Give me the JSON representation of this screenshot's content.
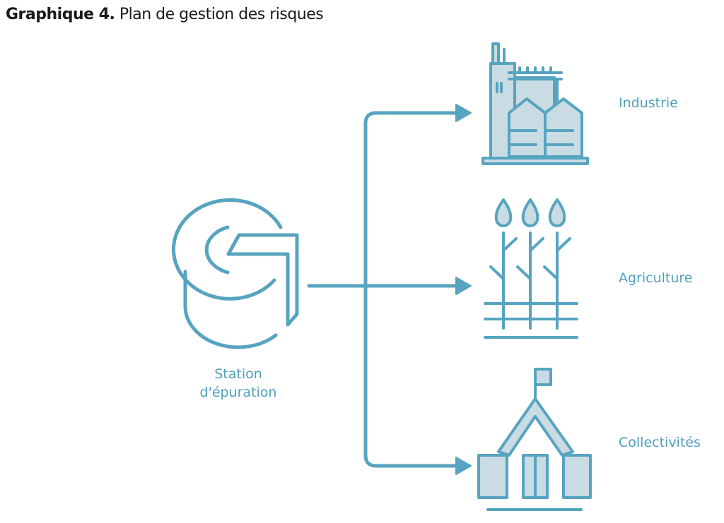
{
  "title": {
    "bold": "Graphique 4.",
    "rest": " Plan de gestion des risques"
  },
  "source": {
    "label_line1": "Station",
    "label_line2": "d'épuration",
    "icon": "treatment-plant-icon"
  },
  "targets": [
    {
      "label": "Industrie",
      "icon": "factory-icon"
    },
    {
      "label": "Agriculture",
      "icon": "crops-icon"
    },
    {
      "label": "Collectivités",
      "icon": "town-hall-icon"
    }
  ],
  "colors": {
    "stroke": "#57a4c0",
    "fill": "#c9dbe3",
    "text": "#4f9fbd"
  }
}
